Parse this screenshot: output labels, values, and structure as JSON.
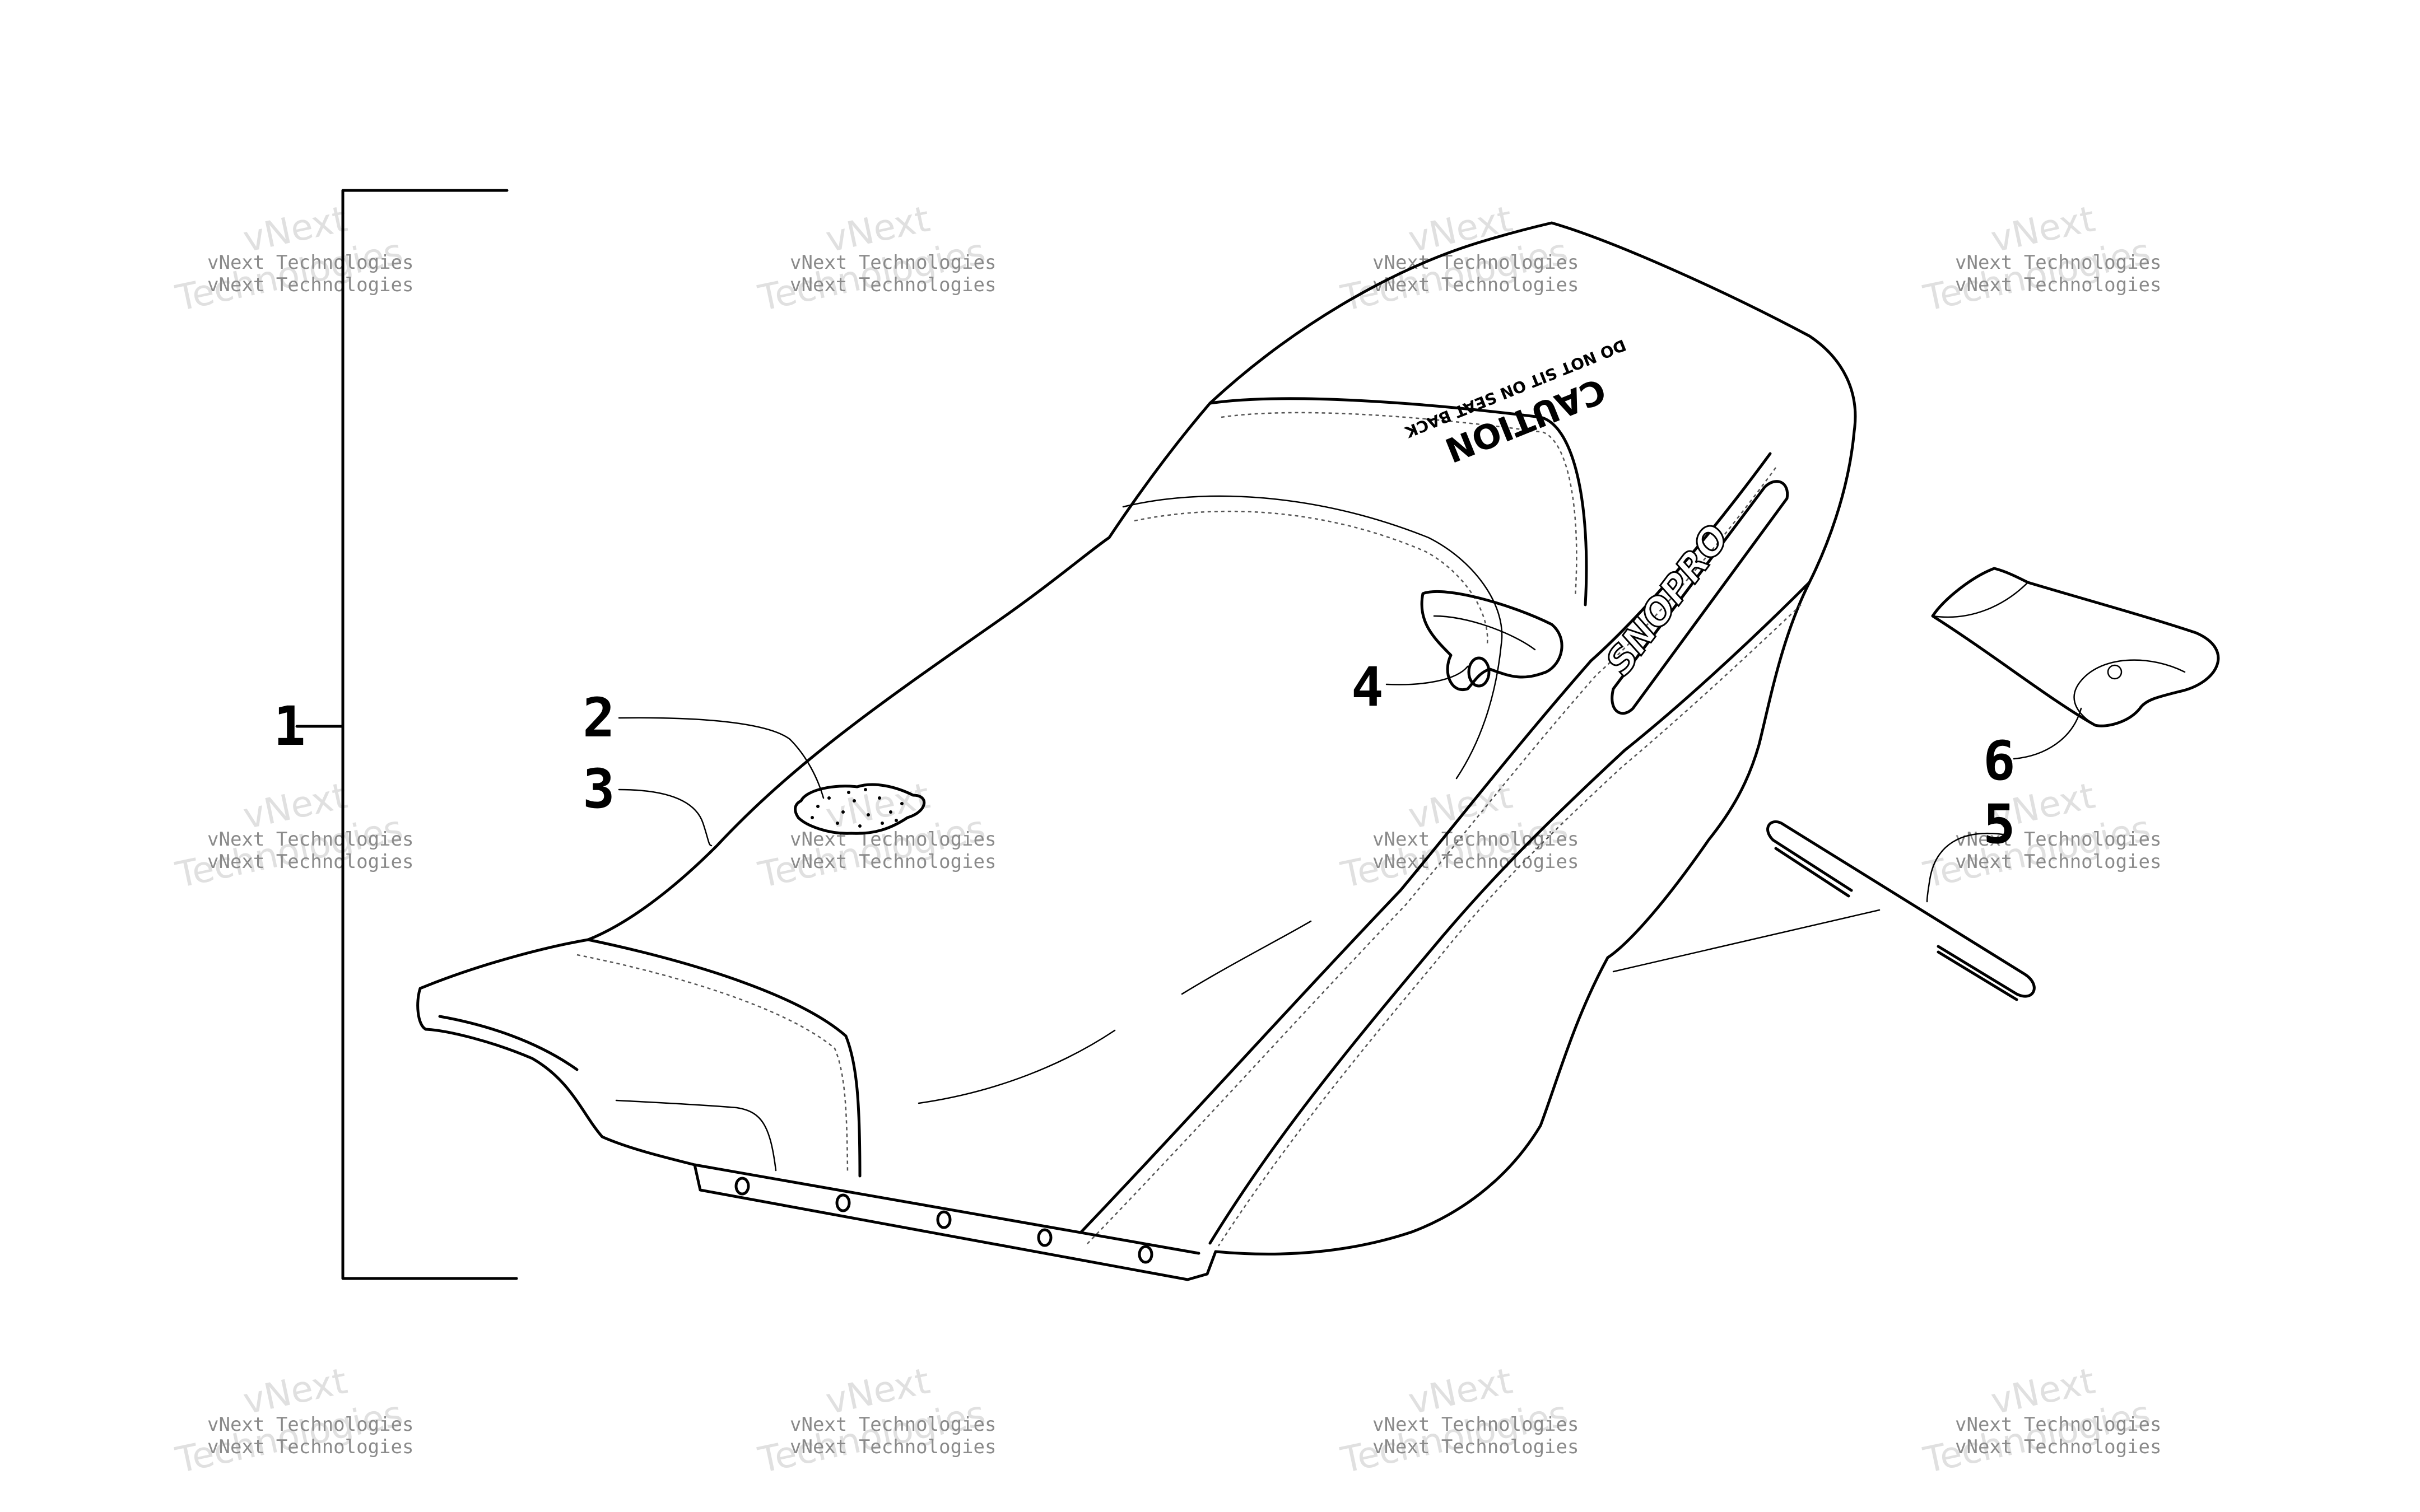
{
  "callouts": [
    {
      "id": "1",
      "label": "1"
    },
    {
      "id": "2",
      "label": "2"
    },
    {
      "id": "3",
      "label": "3"
    },
    {
      "id": "4",
      "label": "4"
    },
    {
      "id": "5",
      "label": "5"
    },
    {
      "id": "6",
      "label": "6"
    }
  ],
  "seat_decal": {
    "caution": "CAUTION",
    "warning": "DO NOT SIT ON SEAT BACK"
  },
  "side_logo": "SNOPRO",
  "watermark": {
    "line1": "vNext Technologies",
    "line2": "vNext",
    "line3": "Technologies"
  }
}
